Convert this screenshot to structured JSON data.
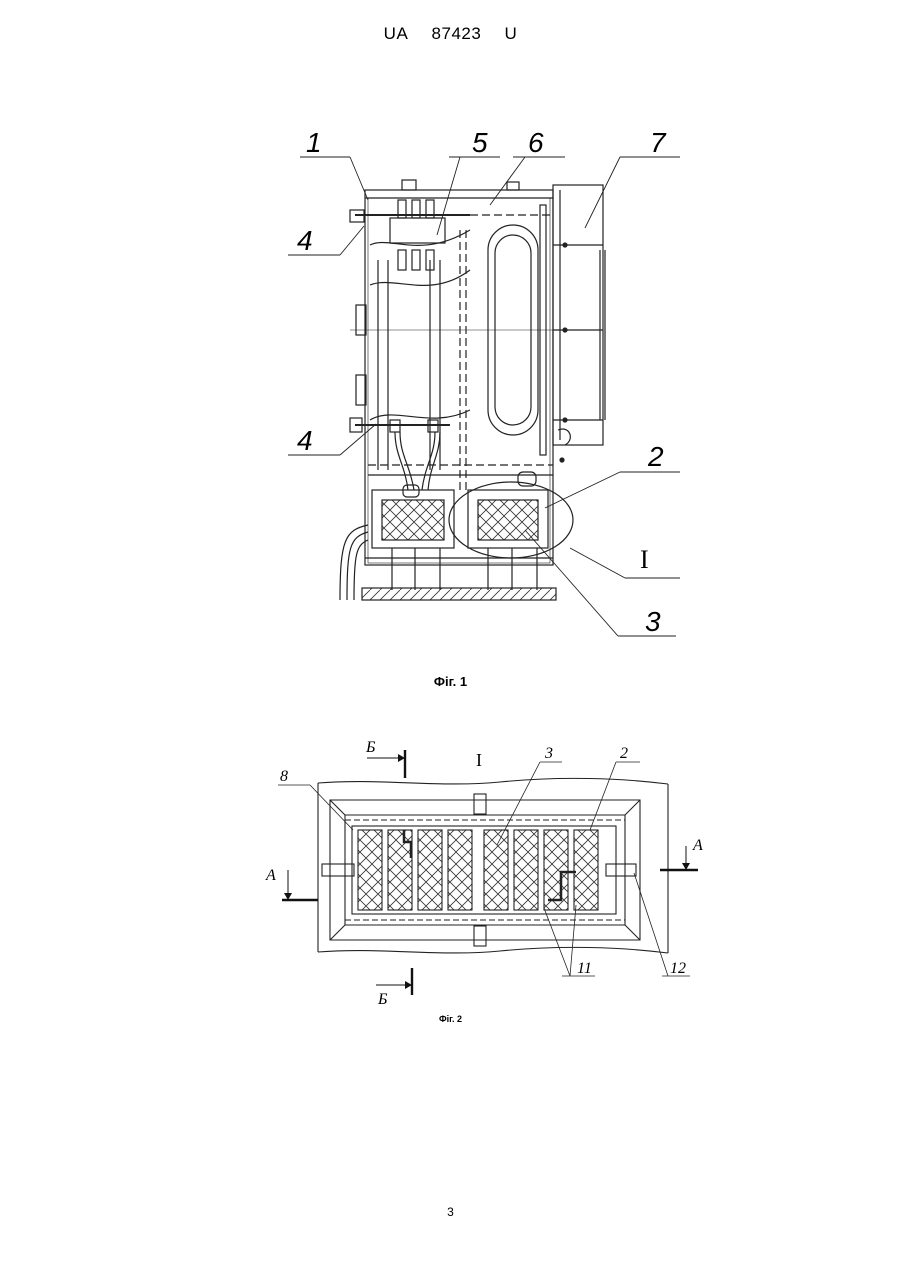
{
  "header": {
    "country": "UA",
    "number": "87423",
    "kind": "U"
  },
  "figure1": {
    "caption": "Фіг. 1",
    "labels": {
      "l1": "1",
      "l2": "2",
      "l3": "3",
      "l4a": "4",
      "l4b": "4",
      "l5": "5",
      "l6": "6",
      "l7": "7",
      "detail": "I"
    }
  },
  "figure2": {
    "caption": "Фіг. 2",
    "labels": {
      "detail": "I",
      "b_top": "Б",
      "b_bottom": "Б",
      "a_left": "А",
      "a_right": "А",
      "l2": "2",
      "l3": "3",
      "l8": "8",
      "l11": "11",
      "l12": "12"
    }
  },
  "page_number": "3"
}
